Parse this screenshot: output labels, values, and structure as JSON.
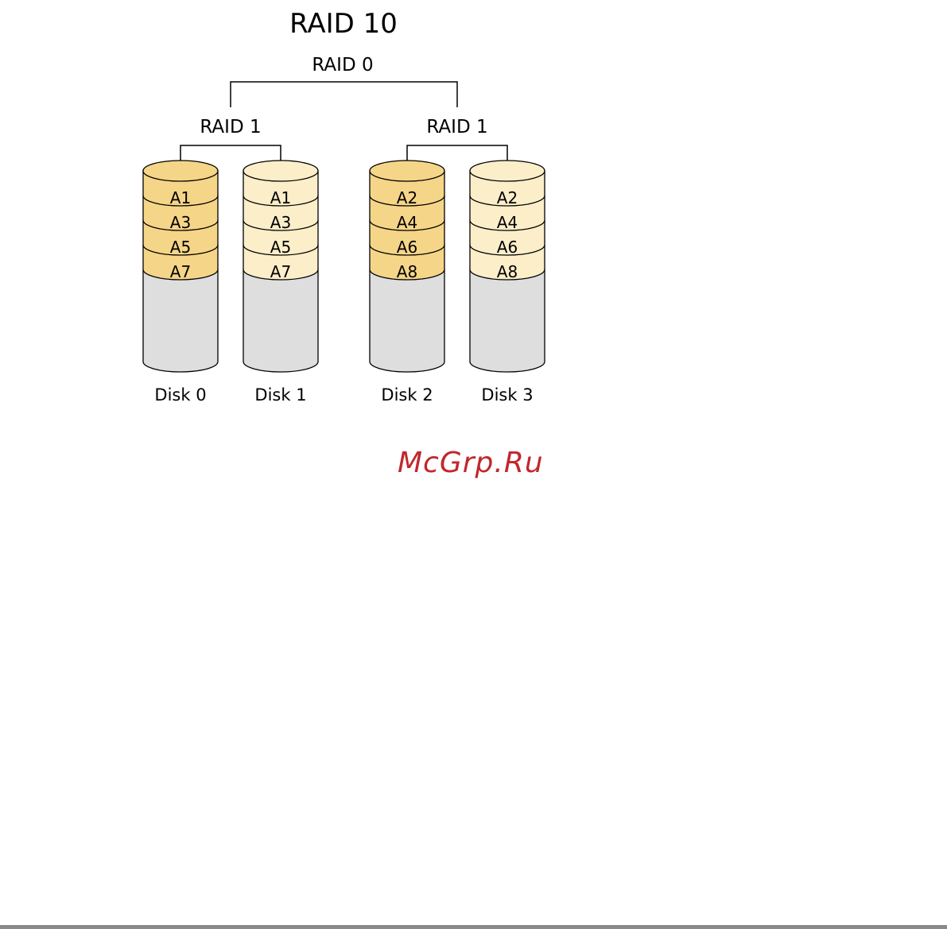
{
  "title": "RAID 10",
  "raid0_label": "RAID 0",
  "mirrors": [
    {
      "label": "RAID 1",
      "disks": [
        {
          "name": "Disk 0",
          "role": "primary",
          "blocks": [
            "A1",
            "A3",
            "A5",
            "A7"
          ]
        },
        {
          "name": "Disk 1",
          "role": "mirror",
          "blocks": [
            "A1",
            "A3",
            "A5",
            "A7"
          ]
        }
      ]
    },
    {
      "label": "RAID 1",
      "disks": [
        {
          "name": "Disk 2",
          "role": "primary",
          "blocks": [
            "A2",
            "A4",
            "A6",
            "A8"
          ]
        },
        {
          "name": "Disk 3",
          "role": "mirror",
          "blocks": [
            "A2",
            "A4",
            "A6",
            "A8"
          ]
        }
      ]
    }
  ],
  "watermark": "McGrp.Ru",
  "colors": {
    "primary_block": "#f5d587",
    "mirror_block": "#fbeec9",
    "empty_disk": "#dedede",
    "outline": "#000000",
    "watermark": "#c1272d"
  }
}
